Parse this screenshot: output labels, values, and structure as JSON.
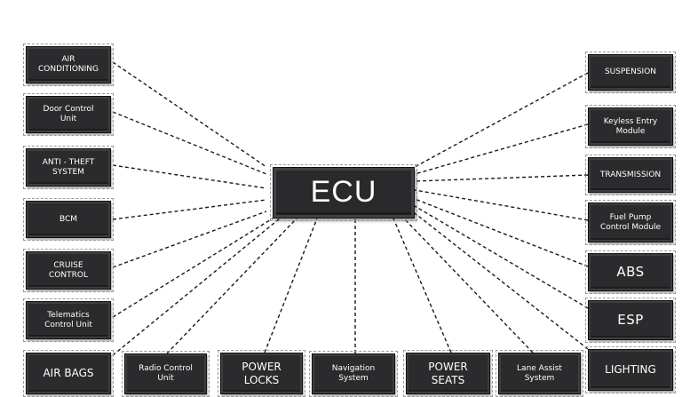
{
  "hub": {
    "label": "ECU"
  },
  "modules": [
    {
      "id": "air-conditioning",
      "label": "AIR\nCONDITIONING"
    },
    {
      "id": "door-control-unit",
      "label": "Door Control\nUnit"
    },
    {
      "id": "anti-theft-system",
      "label": "ANTI - THEFT\nSYSTEM"
    },
    {
      "id": "bcm",
      "label": "BCM"
    },
    {
      "id": "cruise-control",
      "label": "CRUISE\nCONTROL"
    },
    {
      "id": "telematics-control-unit",
      "label": "Telematics\nControl Unit"
    },
    {
      "id": "air-bags",
      "label": "AIR BAGS"
    },
    {
      "id": "radio-control-unit",
      "label": "Radio Control\nUnit"
    },
    {
      "id": "power-locks",
      "label": "POWER\nLOCKS"
    },
    {
      "id": "navigation-system",
      "label": "Navigation\nSystem"
    },
    {
      "id": "power-seats",
      "label": "POWER\nSEATS"
    },
    {
      "id": "lane-assist-system",
      "label": "Lane Assist\nSystem"
    },
    {
      "id": "lighting",
      "label": "LIGHTING"
    },
    {
      "id": "esp",
      "label": "ESP"
    },
    {
      "id": "abs",
      "label": "ABS"
    },
    {
      "id": "fuel-pump-control-module",
      "label": "Fuel Pump\nControl Module"
    },
    {
      "id": "transmission",
      "label": "TRANSMISSION"
    },
    {
      "id": "keyless-entry-module",
      "label": "Keyless Entry\nModule"
    },
    {
      "id": "suspension",
      "label": "SUSPENSION"
    }
  ],
  "colors": {
    "box": "#2b2b2d",
    "text": "#ffffff",
    "connector": "#1a1a1a"
  }
}
